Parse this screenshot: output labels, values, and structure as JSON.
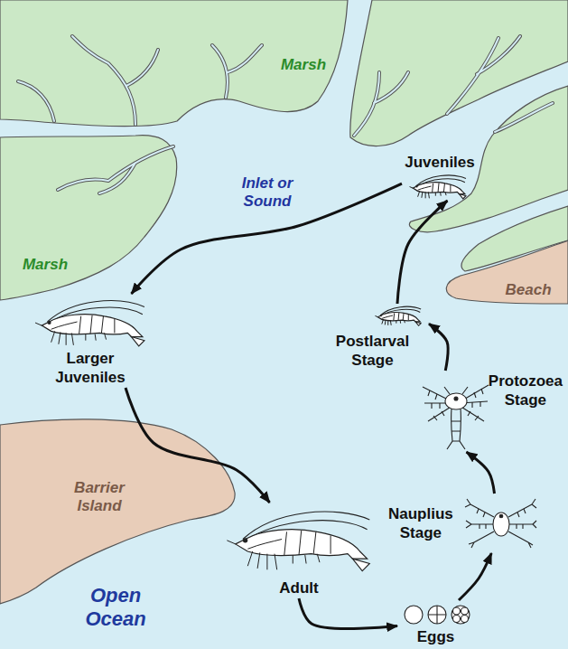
{
  "diagram": {
    "nodes": [
      {
        "text": [
          "Juveniles"
        ]
      },
      {
        "text": [
          "Larger Juveniles"
        ]
      },
      {
        "text": [
          "Postlarval Stage"
        ]
      },
      {
        "text": [
          "Protozoea Stage"
        ]
      },
      {
        "text": [
          "Nauplius Stage"
        ]
      },
      {
        "text": [
          "Adult"
        ]
      },
      {
        "text": [
          "Eggs"
        ]
      }
    ],
    "edges": [
      {
        "from": 5,
        "to": 6,
        "arrow": "to"
      },
      {
        "from": 6,
        "to": 4,
        "arrow": "to"
      },
      {
        "from": 4,
        "to": 3,
        "arrow": "to"
      },
      {
        "from": 3,
        "to": 2,
        "arrow": "to"
      },
      {
        "from": 2,
        "to": 0,
        "arrow": "to"
      },
      {
        "from": 0,
        "to": 1,
        "arrow": "to"
      },
      {
        "from": 1,
        "to": 5,
        "arrow": "to"
      }
    ],
    "labels": [
      "Marsh",
      "Inlet or Sound",
      "Marsh",
      "Beach",
      "Barrier Island",
      "Open Ocean"
    ]
  }
}
